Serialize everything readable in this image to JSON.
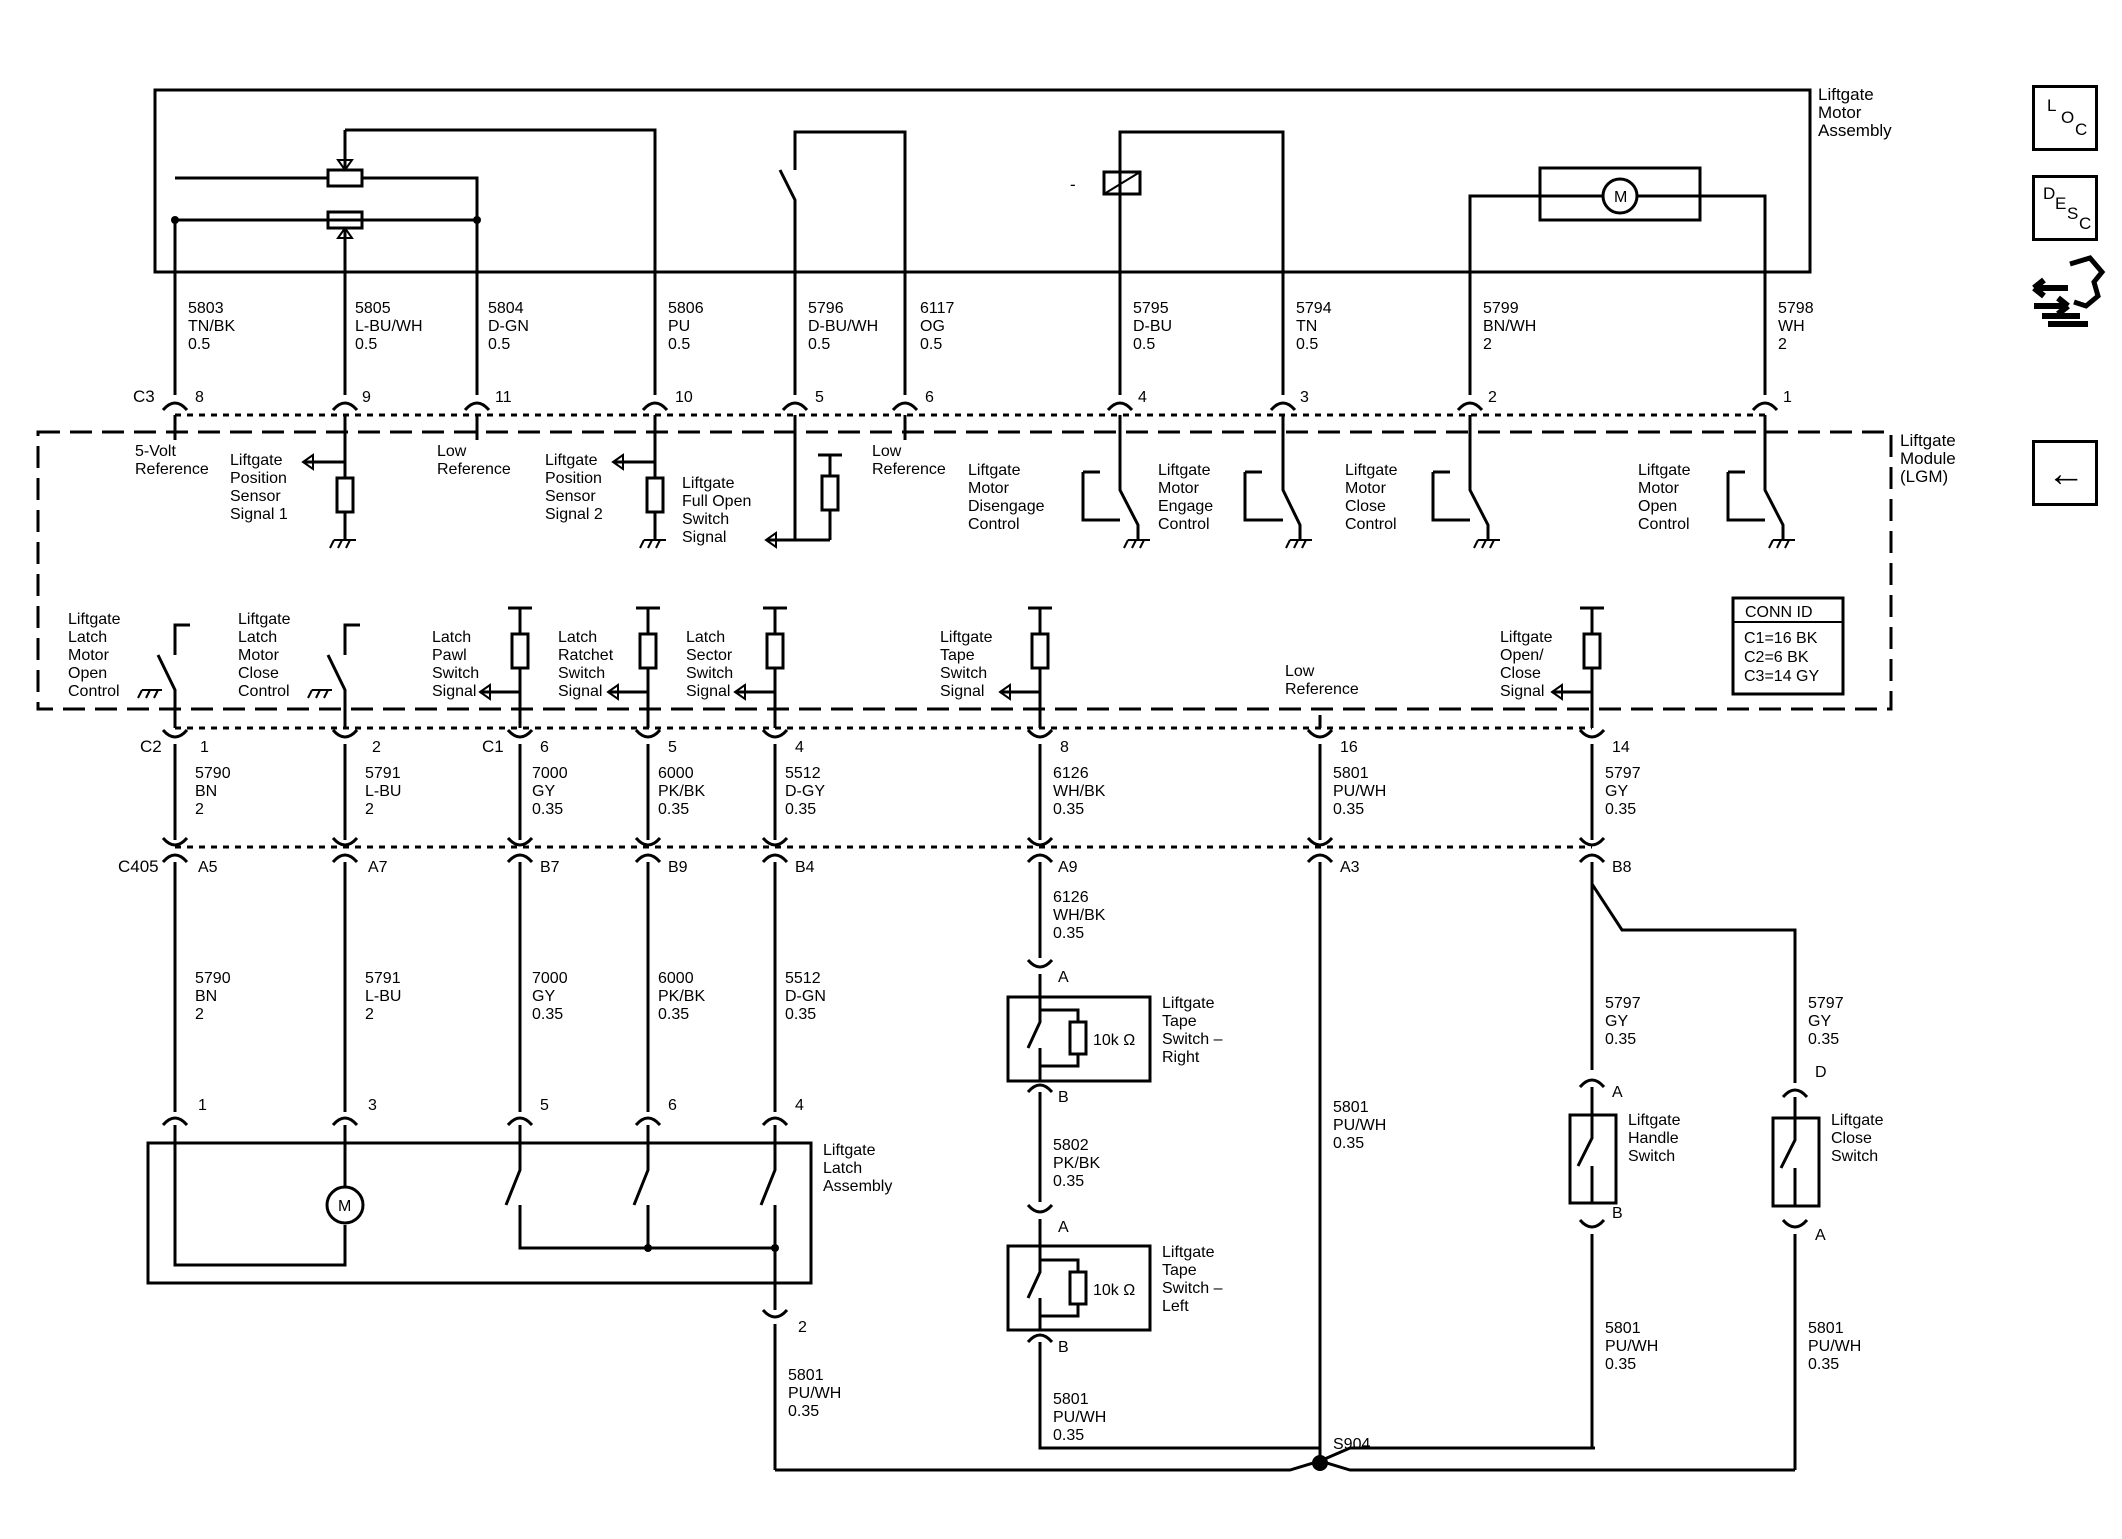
{
  "motor_assembly": {
    "label_lines": [
      "Liftgate",
      "Motor",
      "Assembly"
    ]
  },
  "module": {
    "label_lines": [
      "Liftgate",
      "Module",
      "(LGM)"
    ]
  },
  "conn_id": {
    "title": "CONN ID",
    "rows": [
      "C1=16 BK",
      "C2=6 BK",
      "C3=14 GY"
    ]
  },
  "side_buttons": [
    {
      "name": "loc-button",
      "glyphs": [
        "L",
        "O",
        "C"
      ]
    },
    {
      "name": "desc-button",
      "glyphs": [
        "D",
        "E",
        "S",
        "C"
      ]
    },
    {
      "name": "schematic-navigation-icon"
    },
    {
      "name": "back-button",
      "glyph": "←"
    }
  ],
  "c3_connector": {
    "id": "C3"
  },
  "c3_wires": [
    {
      "circuit": "5803",
      "color": "TN/BK",
      "gauge": "0.5",
      "pin": "8"
    },
    {
      "circuit": "5805",
      "color": "L-BU/WH",
      "gauge": "0.5",
      "pin": "9"
    },
    {
      "circuit": "5804",
      "color": "D-GN",
      "gauge": "0.5",
      "pin": "11"
    },
    {
      "circuit": "5806",
      "color": "PU",
      "gauge": "0.5",
      "pin": "10"
    },
    {
      "circuit": "5796",
      "color": "D-BU/WH",
      "gauge": "0.5",
      "pin": "5"
    },
    {
      "circuit": "6117",
      "color": "OG",
      "gauge": "0.5",
      "pin": "6"
    },
    {
      "circuit": "5795",
      "color": "D-BU",
      "gauge": "0.5",
      "pin": "4"
    },
    {
      "circuit": "5794",
      "color": "TN",
      "gauge": "0.5",
      "pin": "3"
    },
    {
      "circuit": "5799",
      "color": "BN/WH",
      "gauge": "2",
      "pin": "2"
    },
    {
      "circuit": "5798",
      "color": "WH",
      "gauge": "2",
      "pin": "1"
    }
  ],
  "upper_module_labels": [
    {
      "lines": [
        "5-Volt",
        "Reference"
      ]
    },
    {
      "lines": [
        "Liftgate",
        "Position",
        "Sensor",
        "Signal 1"
      ]
    },
    {
      "lines": [
        "Low",
        "Reference"
      ]
    },
    {
      "lines": [
        "Liftgate",
        "Position",
        "Sensor",
        "Signal 2"
      ]
    },
    {
      "lines": [
        "Liftgate",
        "Full Open",
        "Switch",
        "Signal"
      ]
    },
    {
      "lines": [
        "Low",
        "Reference"
      ]
    },
    {
      "lines": [
        "Liftgate",
        "Motor",
        "Disengage",
        "Control"
      ]
    },
    {
      "lines": [
        "Liftgate",
        "Motor",
        "Engage",
        "Control"
      ]
    },
    {
      "lines": [
        "Liftgate",
        "Motor",
        "Close",
        "Control"
      ]
    },
    {
      "lines": [
        "Liftgate",
        "Motor",
        "Open",
        "Control"
      ]
    }
  ],
  "lower_module_labels": [
    {
      "lines": [
        "Liftgate",
        "Latch",
        "Motor",
        "Open",
        "Control"
      ]
    },
    {
      "lines": [
        "Liftgate",
        "Latch",
        "Motor",
        "Close",
        "Control"
      ]
    },
    {
      "lines": [
        "Latch",
        "Pawl",
        "Switch",
        "Signal"
      ]
    },
    {
      "lines": [
        "Latch",
        "Ratchet",
        "Switch",
        "Signal"
      ]
    },
    {
      "lines": [
        "Latch",
        "Sector",
        "Switch",
        "Signal"
      ]
    },
    {
      "lines": [
        "Liftgate",
        "Tape",
        "Switch",
        "Signal"
      ]
    },
    {
      "lines": [
        "Low",
        "Reference"
      ]
    },
    {
      "lines": [
        "Liftgate",
        "Open/",
        "Close",
        "Signal"
      ]
    }
  ],
  "c2_connector": {
    "id": "C2"
  },
  "c1_connector": {
    "id": "C1"
  },
  "c405_connector": {
    "id": "C405"
  },
  "lower_pins": [
    "1",
    "2",
    "6",
    "5",
    "4",
    "8",
    "16",
    "14"
  ],
  "lower_wires_upper": [
    {
      "circuit": "5790",
      "color": "BN",
      "gauge": "2"
    },
    {
      "circuit": "5791",
      "color": "L-BU",
      "gauge": "2"
    },
    {
      "circuit": "7000",
      "color": "GY",
      "gauge": "0.35"
    },
    {
      "circuit": "6000",
      "color": "PK/BK",
      "gauge": "0.35"
    },
    {
      "circuit": "5512",
      "color": "D-GY",
      "gauge": "0.35"
    },
    {
      "circuit": "6126",
      "color": "WH/BK",
      "gauge": "0.35"
    },
    {
      "circuit": "5801",
      "color": "PU/WH",
      "gauge": "0.35"
    },
    {
      "circuit": "5797",
      "color": "GY",
      "gauge": "0.35"
    }
  ],
  "c405_pins": [
    "A5",
    "A7",
    "B7",
    "B9",
    "B4",
    "A9",
    "A3",
    "B8"
  ],
  "lower_wires_lower": [
    {
      "circuit": "5790",
      "color": "BN",
      "gauge": "2"
    },
    {
      "circuit": "5791",
      "color": "L-BU",
      "gauge": "2"
    },
    {
      "circuit": "7000",
      "color": "GY",
      "gauge": "0.35"
    },
    {
      "circuit": "6000",
      "color": "PK/BK",
      "gauge": "0.35"
    },
    {
      "circuit": "5512",
      "color": "D-GN",
      "gauge": "0.35"
    }
  ],
  "a9_wire": {
    "circuit": "6126",
    "color": "WH/BK",
    "gauge": "0.35"
  },
  "latch_assembly": {
    "label_lines": [
      "Liftgate",
      "Latch",
      "Assembly"
    ],
    "pins": [
      "1",
      "3",
      "5",
      "6",
      "4"
    ],
    "ground_pin": "2",
    "motor": "M"
  },
  "latch_ground_wire": {
    "circuit": "5801",
    "color": "PU/WH",
    "gauge": "0.35"
  },
  "tape_switch_right": {
    "label_lines": [
      "Liftgate",
      "Tape",
      "Switch –",
      "Right"
    ],
    "resistor": "10k Ω",
    "pin_a": "A",
    "pin_b": "B"
  },
  "tape_between_wire": {
    "circuit": "5802",
    "color": "PK/BK",
    "gauge": "0.35"
  },
  "tape_switch_left": {
    "label_lines": [
      "Liftgate",
      "Tape",
      "Switch –",
      "Left"
    ],
    "resistor": "10k Ω",
    "pin_a": "A",
    "pin_b": "B"
  },
  "tape_ground_wire": {
    "circuit": "5801",
    "color": "PU/WH",
    "gauge": "0.35"
  },
  "a3_wire": {
    "circuit": "5801",
    "color": "PU/WH",
    "gauge": "0.35"
  },
  "handle_wire": {
    "circuit": "5797",
    "color": "GY",
    "gauge": "0.35"
  },
  "close_wire": {
    "circuit": "5797",
    "color": "GY",
    "gauge": "0.35"
  },
  "handle_switch": {
    "label_lines": [
      "Liftgate",
      "Handle",
      "Switch"
    ],
    "pin_a": "A",
    "pin_b": "B"
  },
  "close_switch": {
    "label_lines": [
      "Liftgate",
      "Close",
      "Switch"
    ],
    "pin_a": "D",
    "pin_b": "A"
  },
  "handle_ground_wire": {
    "circuit": "5801",
    "color": "PU/WH",
    "gauge": "0.35"
  },
  "close_ground_wire": {
    "circuit": "5801",
    "color": "PU/WH",
    "gauge": "0.35"
  },
  "splice": {
    "id": "S904"
  },
  "motor_symbol": "M",
  "relay_sign": "-"
}
